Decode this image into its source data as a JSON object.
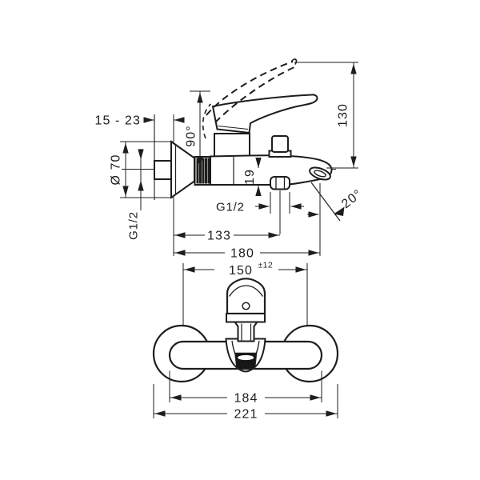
{
  "drawing": {
    "type": "installation dimension drawing, wall-mounted single-lever bath mixer",
    "line_color": "#1d1d1b",
    "background": "#ffffff"
  },
  "side_view": {
    "labels": {
      "wall_depth": "15 - 23",
      "escutcheon_diameter": "Ø 70",
      "inlet_thread": "G1/2",
      "handle_swing_angle": "90°",
      "overall_height": "130",
      "outlet_drop": "19",
      "shower_outlet_thread": "G1/2",
      "spout_angle": "20°",
      "wall_to_shower_outlet": "133",
      "wall_to_spout_tip": "180"
    }
  },
  "front_view": {
    "labels": {
      "connection_centers": "150",
      "connection_tolerance": "±12",
      "body_width": "184",
      "overall_width": "221"
    }
  }
}
